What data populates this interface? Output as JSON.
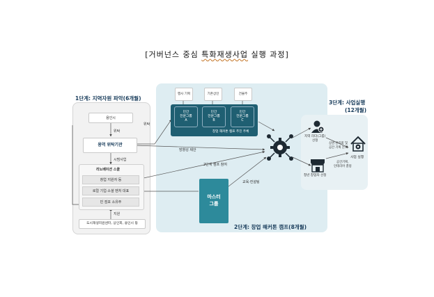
{
  "title": {
    "bracket_open": "[",
    "pre": "거버넌스 중심",
    "underlined": "특화재생사업",
    "post": "실행 과정",
    "bracket_close": "]"
  },
  "stage1": {
    "label": "1단계: 지역자원 파악(6개월)",
    "city": "용인시",
    "arrow_label_1": "위탁",
    "agency": "용역 위탁기관",
    "arrow_label_2": "시범사업",
    "group_title": "리노베이션 스쿨",
    "items": [
      "창업 지원자 등",
      "로컬 기업·소셜 벤처 대표",
      "빈 점포 소유주"
    ],
    "support_label": "지원",
    "support_box": "도시재생지원센터, 상인회, 용인시 등"
  },
  "stage2": {
    "label": "2단계: 창업 해커톤 캠프(8개월)",
    "roles": [
      "행사 기획",
      "기존상인",
      "건물주"
    ],
    "teams": [
      "민간\n전문그룹\nA",
      "민간\n전문그룹\nB",
      "민간\n전문그룹\nC"
    ],
    "teams_caption": "창업 해커톤 캠프 추진 주체",
    "master_group": "마스터\n그룹",
    "arrow_consign": "위탁",
    "arrow_direction": "방향성 제안",
    "arrow_stage2": "2단계 캠프 참여",
    "arrow_education": "교육·컨설팅"
  },
  "stage3": {
    "label_line1": "3단계: 사업실행",
    "label_line2": "(12개월)",
    "leader": "지역 리더(그룹)\n선정",
    "founder": "청년 창업자 선정",
    "discussion": "상권 관리회 및\n공간 기획 논의",
    "space": "공간기획,\n인테리어 결정",
    "execution": "사업 실행"
  },
  "colors": {
    "panel_bg": "#deedf2",
    "team_bg": "#1f5f72",
    "master_bg": "#2d8a9b",
    "stage_text": "#173b5a"
  }
}
